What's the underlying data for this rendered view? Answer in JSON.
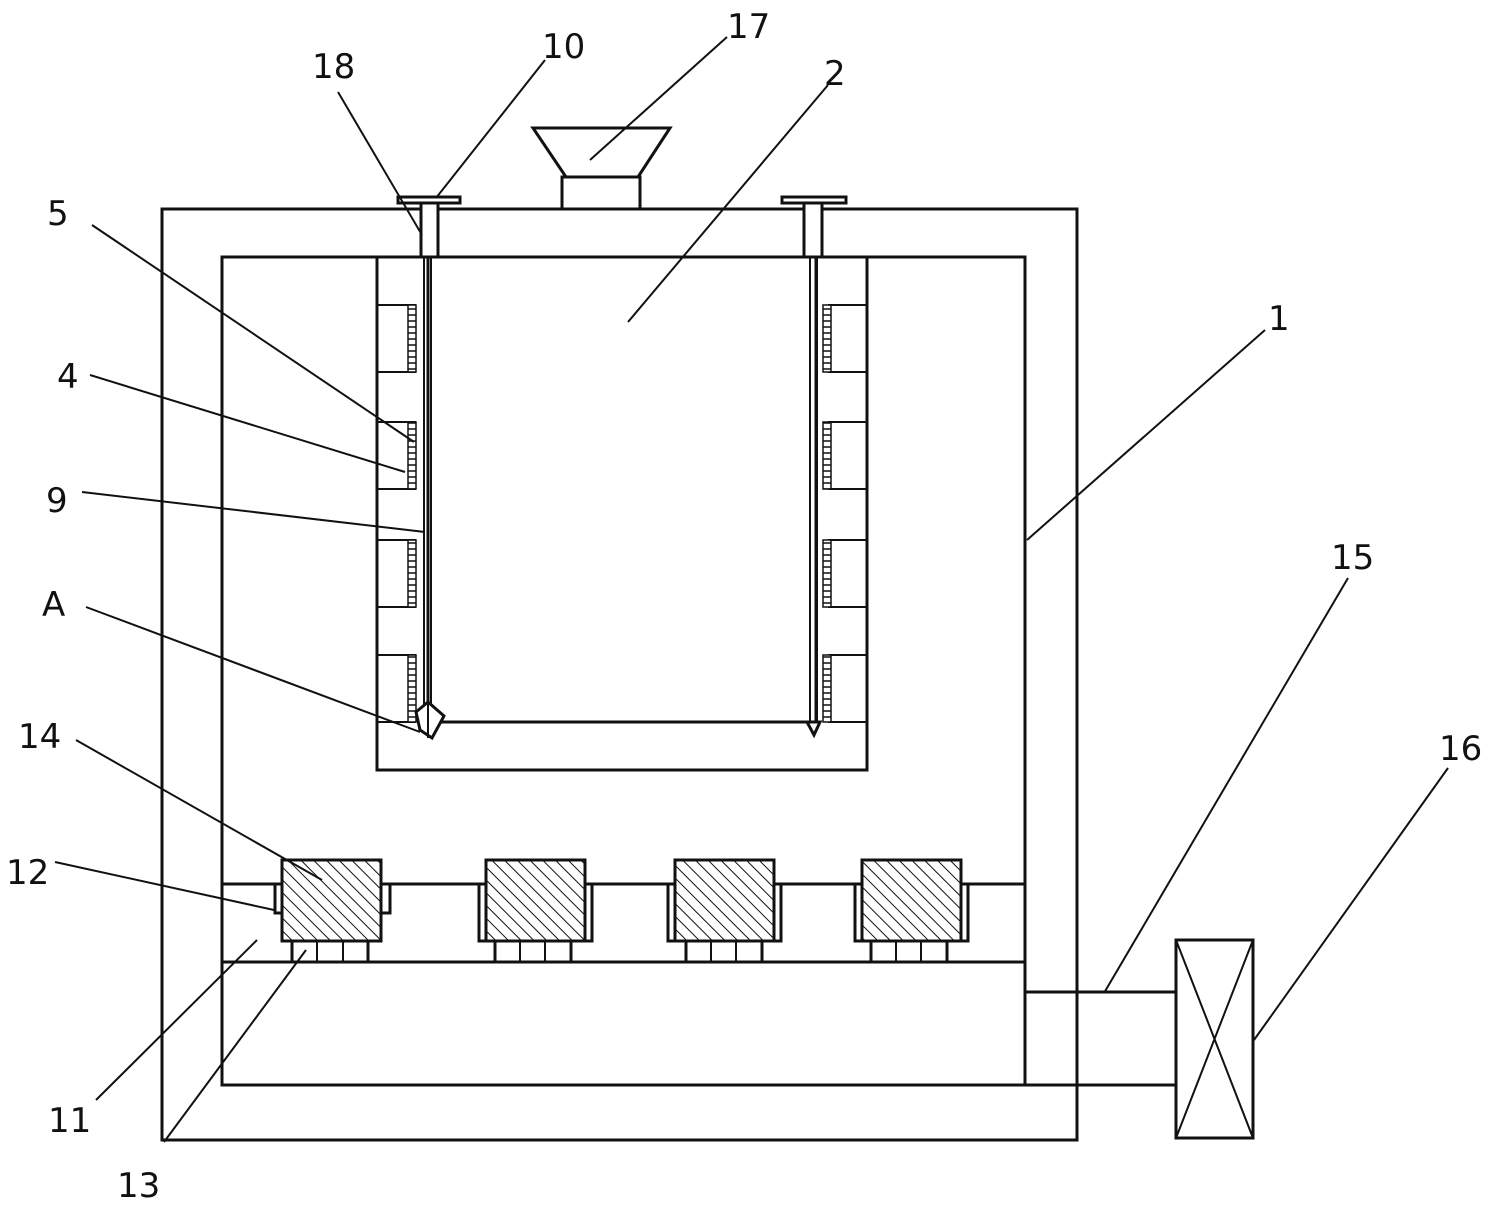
{
  "figure": {
    "labels": {
      "1": "1",
      "2": "2",
      "4": "4",
      "5": "5",
      "9": "9",
      "10": "10",
      "11": "11",
      "12": "12",
      "13": "13",
      "14": "14",
      "15": "15",
      "16": "16",
      "17": "17",
      "18": "18",
      "A": "A"
    }
  }
}
